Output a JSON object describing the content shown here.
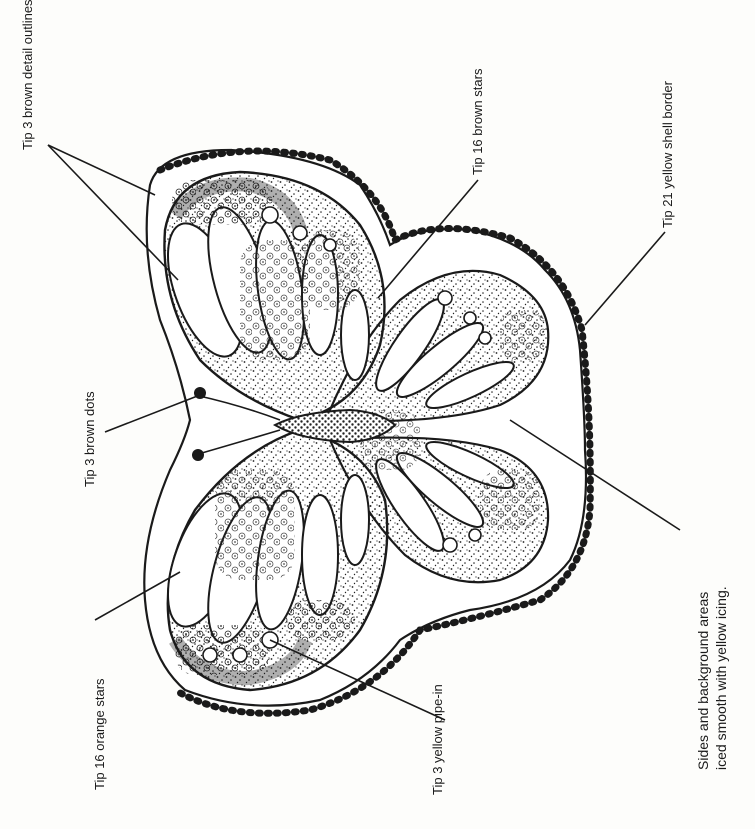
{
  "labels": {
    "brown_detail_outlines": "Tip 3 brown detail outlines",
    "brown_stars": "Tip 16 brown stars",
    "shell_border": "Tip 21 yellow shell border",
    "brown_dots": "Tip 3 brown dots",
    "orange_stars": "Tip 16 orange stars",
    "pipe_in": "Tip 3 yellow pipe-in",
    "background_line1": "Sides and background areas",
    "background_line2": "iced smooth with yellow icing."
  },
  "colors": {
    "ink": "#1a1a1a",
    "paper": "#fdfdfb"
  }
}
